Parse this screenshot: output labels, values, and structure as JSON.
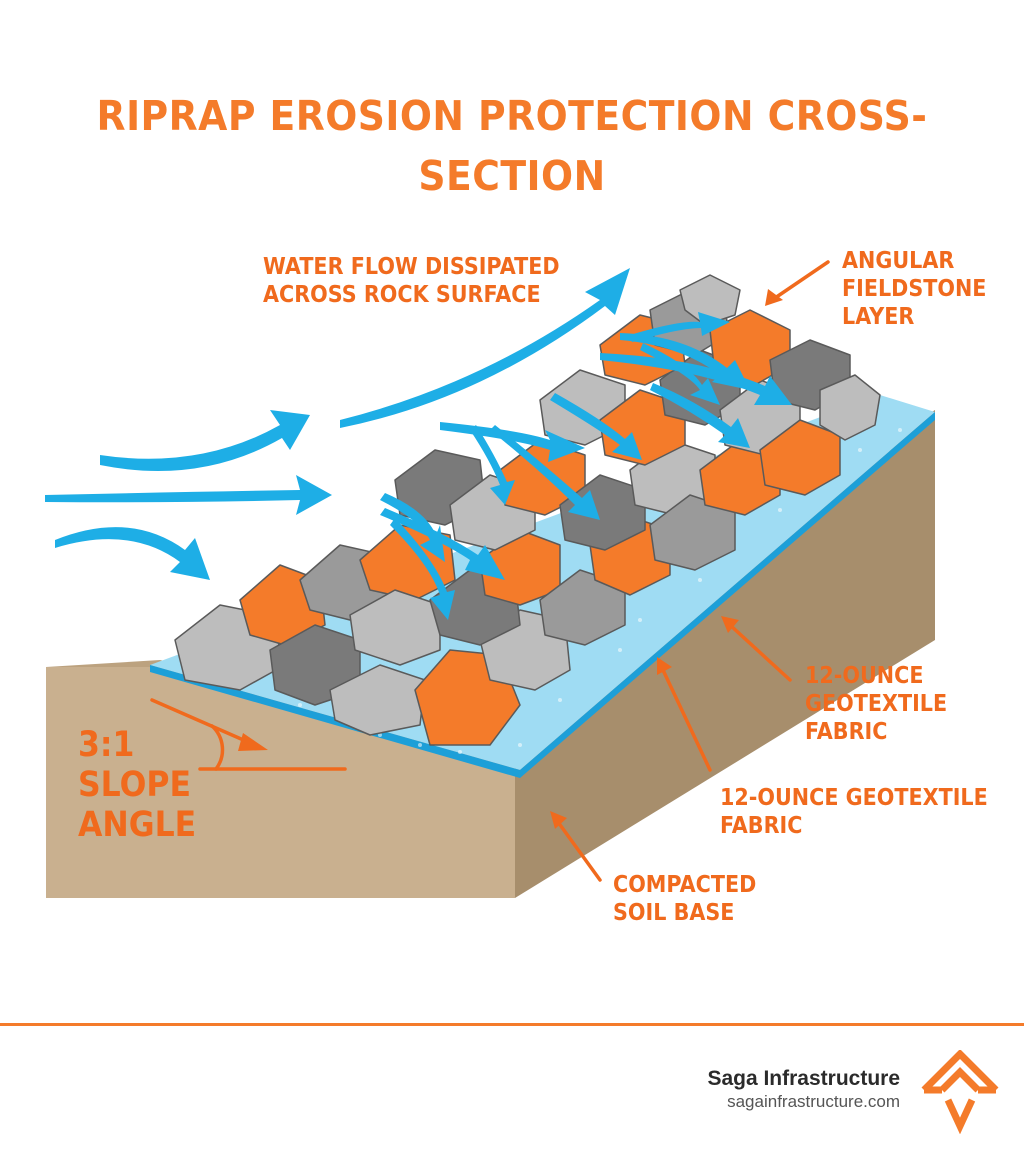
{
  "title": "RIPRAP EROSION PROTECTION CROSS-SECTION",
  "labels": {
    "water_flow": "WATER FLOW DISSIPATED\nACROSS ROCK SURFACE",
    "fieldstone": "ANGULAR\nFIELDSTONE\nLAYER",
    "geotextile_upper": "12-OUNCE\nGEOTEXTILE\nFABRIC",
    "geotextile_lower": "12-OUNCE GEOTEXTILE\nFABRIC",
    "soil": "COMPACTED\nSOIL BASE",
    "slope": "3:1\nSLOPE\nANGLE"
  },
  "brand": {
    "name": "Saga Infrastructure",
    "url": "sagainfrastructure.com"
  },
  "colors": {
    "accent": "#f47b2a",
    "water": "#1eaee6",
    "soil": "#c9b08f",
    "rock_light": "#bdbdbd",
    "rock_dark": "#7a7a7a"
  }
}
